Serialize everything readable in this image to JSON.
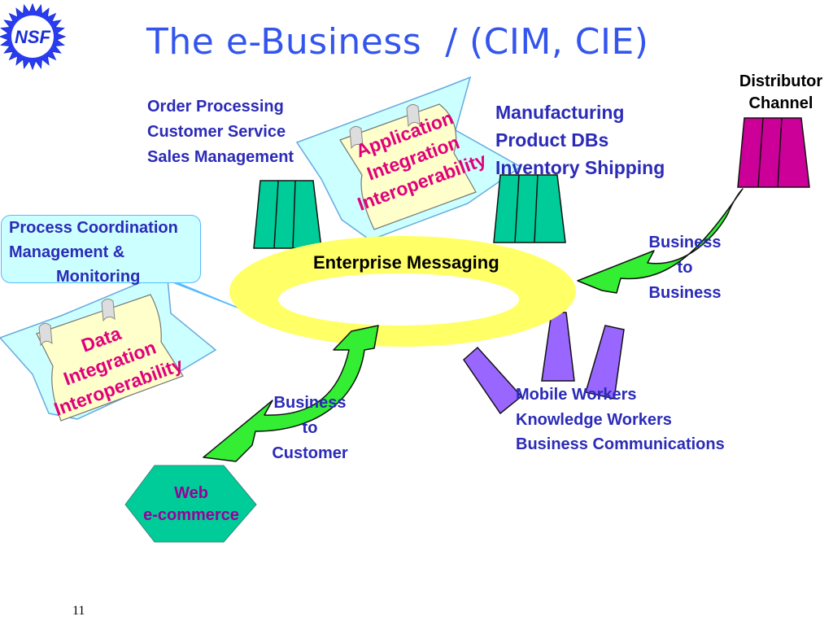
{
  "slide": {
    "title": "The e-Business  / (CIM, CIE)",
    "page_number": "11"
  },
  "logo": {
    "text": "NSF",
    "color": "#1a2fd6",
    "ring_color": "#2a3cf0"
  },
  "hub": {
    "label": "Enterprise Messaging",
    "color": "#ffff66"
  },
  "groups": {
    "front_office": [
      "Order Processing",
      "Customer Service",
      "Sales Management"
    ],
    "back_office": [
      "Manufacturing",
      "Product DBs",
      "Inventory Shipping"
    ],
    "distributor": [
      "Distributor",
      "Channel"
    ],
    "process": [
      "Process Coordination",
      "Management &",
      "Monitoring"
    ],
    "mobile": [
      "Mobile Workers",
      "Knowledge Workers",
      "Business Communications"
    ],
    "b2b": [
      "Business",
      "to",
      "Business"
    ],
    "b2c": [
      "Business",
      "to",
      "Customer"
    ],
    "web": [
      "Web",
      "e-commerce"
    ]
  },
  "scrolls": {
    "application": [
      "Application",
      "Integration",
      "Interoperability"
    ],
    "data": [
      "Data",
      "Integration",
      "Interoperability"
    ]
  },
  "colors": {
    "teal": "#00cc99",
    "magenta": "#cc0099",
    "violet": "#9966ff",
    "arrow_green": "#33ee33",
    "banner_fill": "#ccffff",
    "scroll_fill": "#ffffcc",
    "scroll_text": "#e0007a",
    "callout_fill": "#ccffff",
    "web_fill": "#00cc99",
    "web_text": "#990099"
  }
}
